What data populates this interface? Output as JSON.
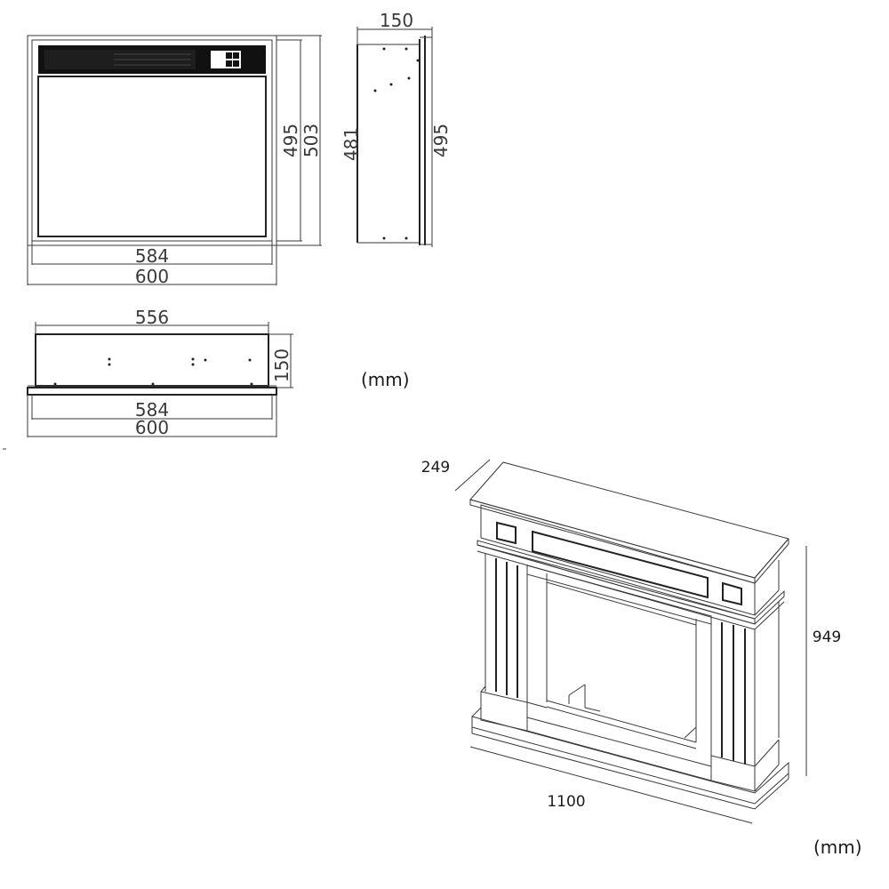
{
  "front_view": {
    "inner_height": "495",
    "outer_height": "503",
    "inner_width": "584",
    "outer_width": "600"
  },
  "side_view": {
    "depth": "150",
    "body_height": "481",
    "frame_height": "495"
  },
  "top_view": {
    "body_width": "556",
    "depth": "150",
    "inner_width": "584",
    "outer_width": "600"
  },
  "insert_unit": "(mm)",
  "mantel": {
    "depth": "249",
    "height": "949",
    "width": "1100",
    "unit": "(mm)"
  }
}
